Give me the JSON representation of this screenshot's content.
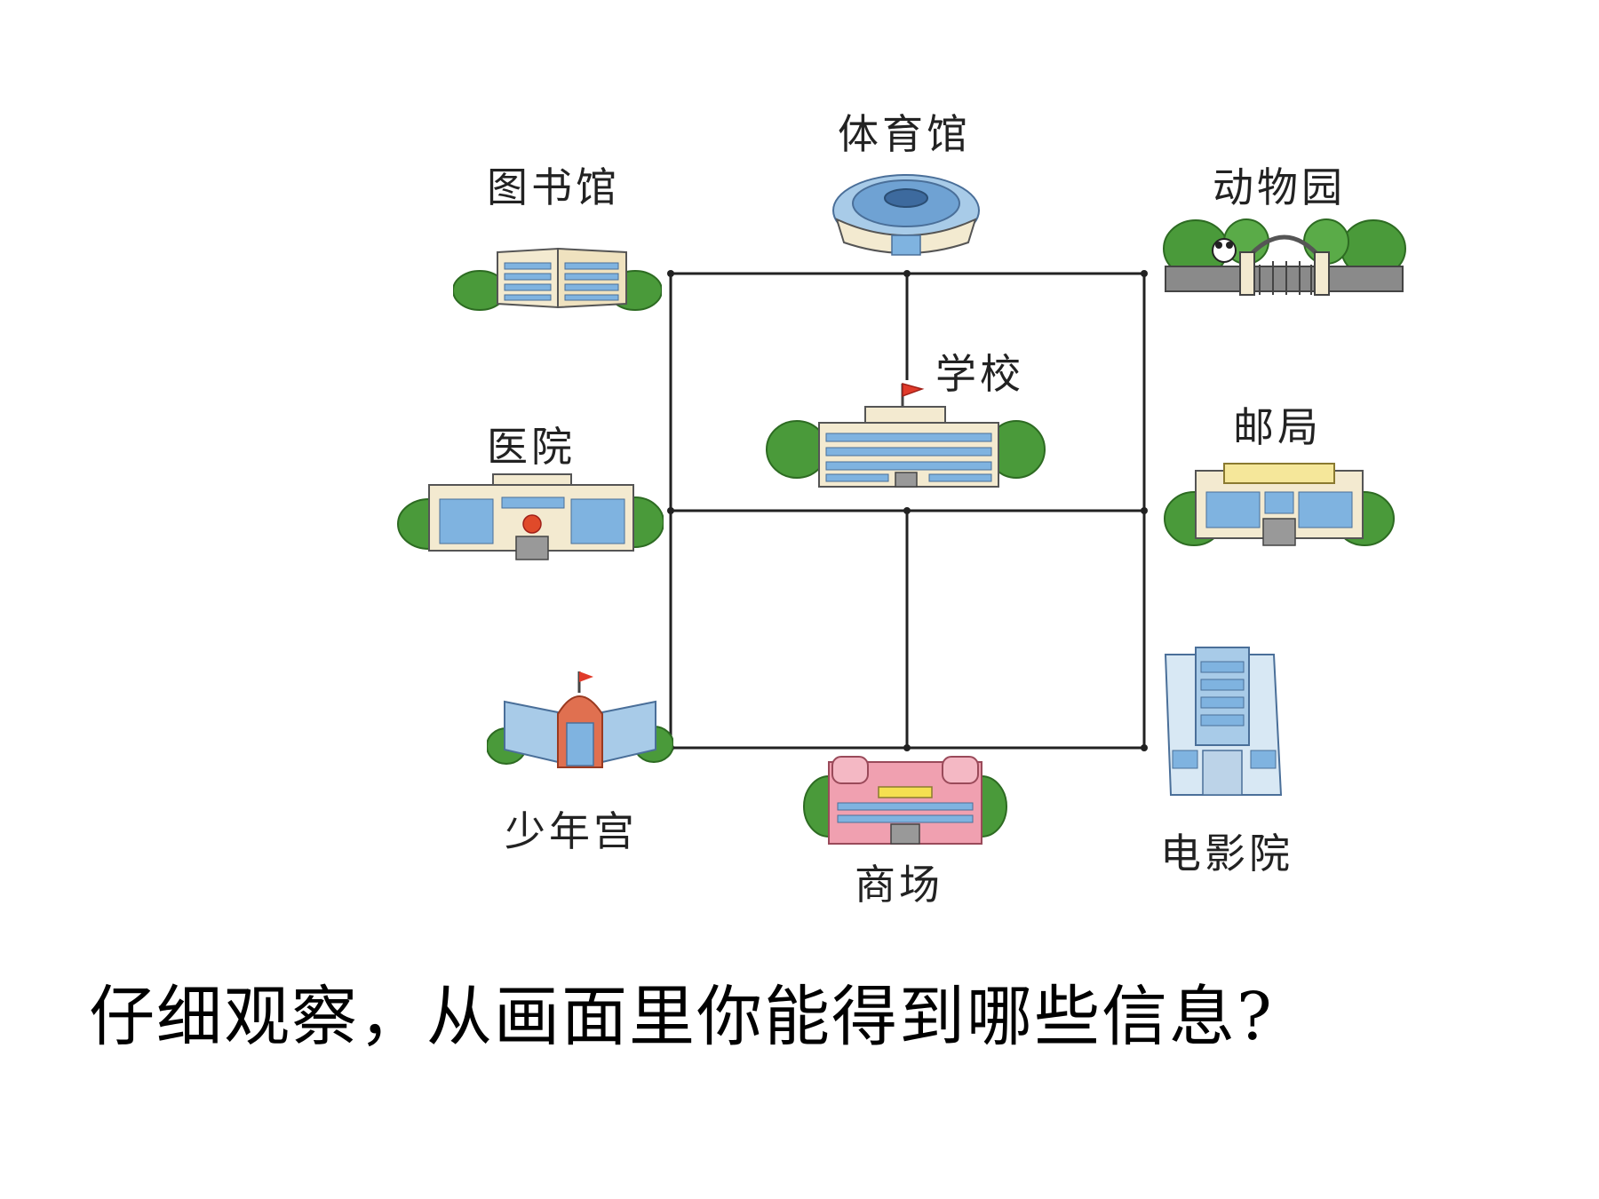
{
  "labels": {
    "library": "图书馆",
    "gym": "体育馆",
    "zoo": "动物园",
    "school": "学校",
    "hospital": "医院",
    "post_office": "邮局",
    "youth_palace": "少年宫",
    "mall": "商场",
    "cinema": "电影院"
  },
  "question": "仔细观察，从画面里你能得到哪些信息?",
  "colors": {
    "grid_line": "#222222",
    "tree_green": "#4a9a3a",
    "window_blue": "#7fb3e0",
    "wall_cream": "#f3ead0",
    "flag_red": "#e03a2a",
    "mall_pink": "#f0a0b0"
  }
}
